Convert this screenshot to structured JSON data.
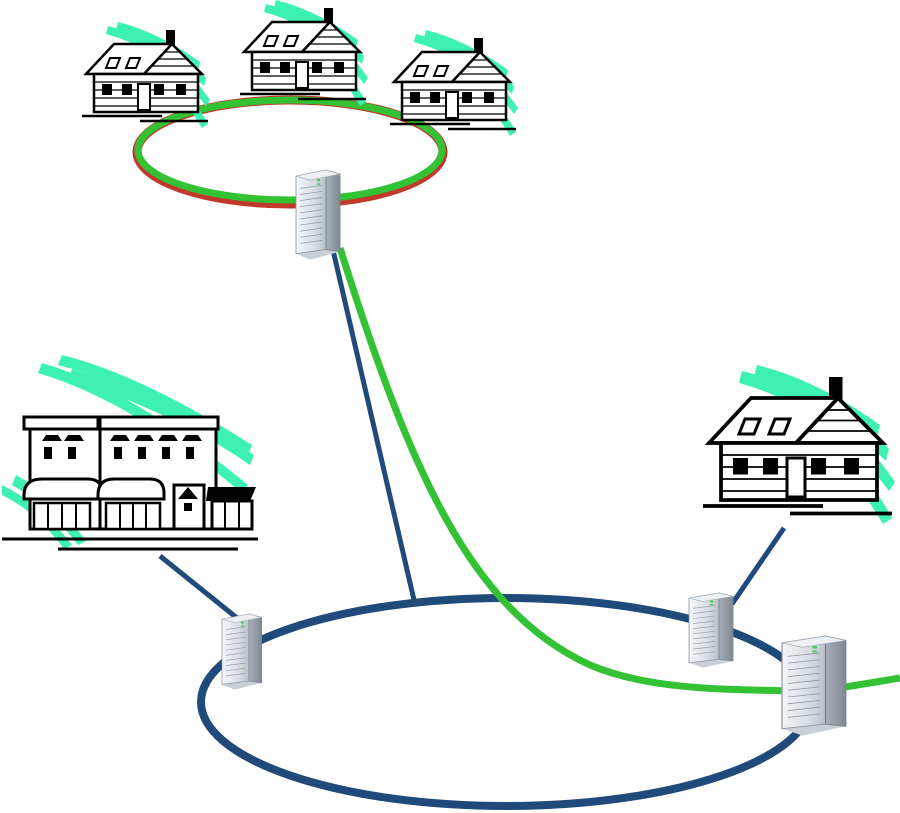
{
  "diagram": {
    "type": "network-topology",
    "colors": {
      "access_ring": "#33c233",
      "access_ring_edge": "#c0392b",
      "core_ring": "#1f4a7a",
      "backhaul_green": "#33c233",
      "backhaul_blue": "#1f4a7a",
      "wind_streaks": "#3df2b0",
      "outline": "#000000",
      "server_body": "#dfe3e8",
      "server_shade": "#9aa3ad",
      "server_led": "#39d14b"
    },
    "nodes": [
      {
        "id": "house-small-1",
        "icon": "house-icon"
      },
      {
        "id": "house-small-2",
        "icon": "house-icon"
      },
      {
        "id": "house-small-3",
        "icon": "house-icon"
      },
      {
        "id": "house-large",
        "icon": "house-icon"
      },
      {
        "id": "shop",
        "icon": "storefront-icon"
      },
      {
        "id": "server-access-ring",
        "icon": "server-icon"
      },
      {
        "id": "server-core-left",
        "icon": "server-icon"
      },
      {
        "id": "server-core-right-small",
        "icon": "server-icon"
      },
      {
        "id": "server-core-right-large",
        "icon": "server-icon"
      }
    ],
    "links": [
      {
        "from": "server-access-ring",
        "to": "core-ring",
        "color": "core_ring"
      },
      {
        "from": "server-access-ring",
        "to": "server-core-right-large",
        "color": "backhaul_green"
      },
      {
        "from": "shop",
        "to": "server-core-left",
        "color": "core_ring"
      },
      {
        "from": "house-large",
        "to": "server-core-right-small",
        "color": "core_ring"
      }
    ]
  }
}
